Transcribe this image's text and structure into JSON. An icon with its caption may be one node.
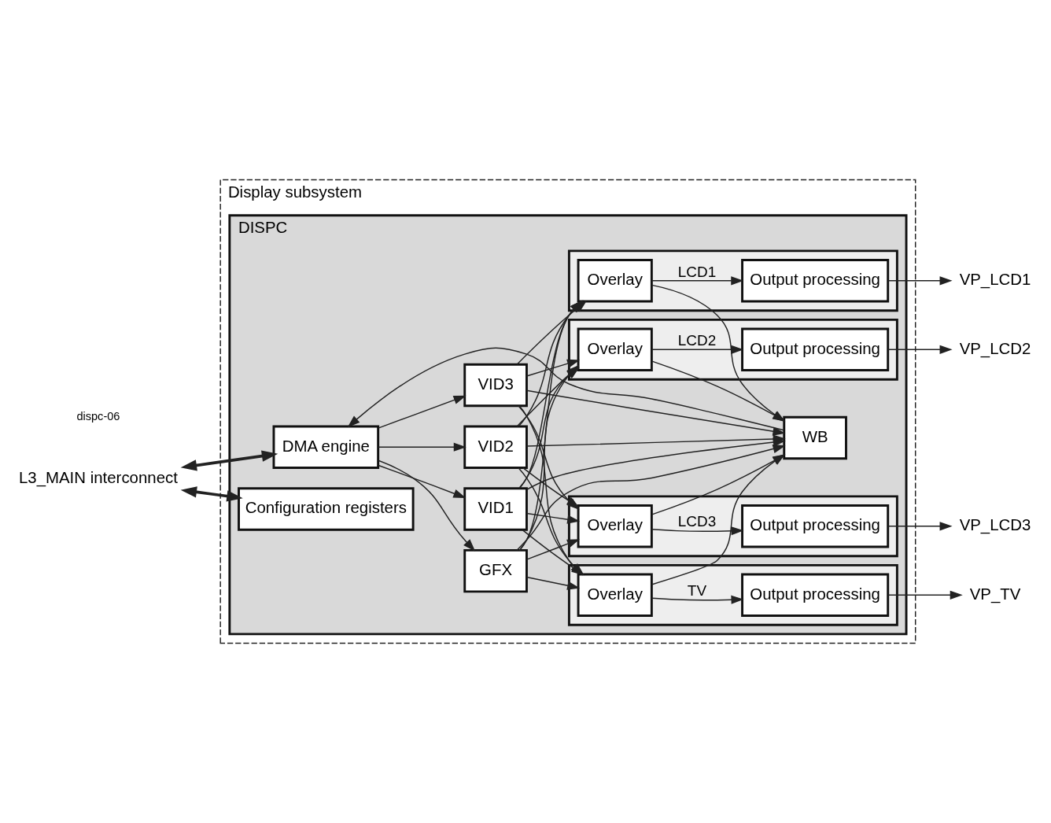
{
  "diagram": {
    "nodes": [
      {
        "text": [
          "Display subsystem"
        ]
      },
      {
        "text": [
          "DISPC"
        ],
        "in": 0
      },
      {
        "text": [
          "DMA engine"
        ],
        "in": 1
      },
      {
        "text": [
          "VID1"
        ],
        "in": 1
      },
      {
        "text": [
          "VID2"
        ],
        "in": 1
      },
      {
        "text": [
          "VID3"
        ],
        "in": 1
      },
      {
        "text": [
          "GFX"
        ],
        "in": 1
      },
      {
        "text": [
          "WB"
        ],
        "in": 1
      },
      {
        "text": [
          "Configuration registers"
        ],
        "in": 1
      },
      {
        "text": [],
        "shape": "box",
        "in": 1
      },
      {
        "text": [
          "Overlay"
        ],
        "in": 9
      },
      {
        "text": [
          "Output processing"
        ],
        "in": 9
      },
      {
        "text": [],
        "shape": "box",
        "in": 1
      },
      {
        "text": [
          "Overlay"
        ],
        "in": 12
      },
      {
        "text": [
          "Output processing"
        ],
        "in": 12
      },
      {
        "text": [],
        "shape": "box",
        "in": 1
      },
      {
        "text": [
          "Overlay"
        ],
        "in": 15
      },
      {
        "text": [
          "Output processing"
        ],
        "in": 15
      },
      {
        "text": [],
        "shape": "box",
        "in": 1
      },
      {
        "text": [
          "Overlay"
        ],
        "in": 18
      },
      {
        "text": [
          "Output processing"
        ],
        "in": 18
      },
      {
        "text": [
          "L3_MAIN interconnect"
        ]
      },
      {
        "text": [
          "VP_LCD1"
        ]
      },
      {
        "text": [
          "VP_LCD2"
        ]
      },
      {
        "text": [
          "VP_LCD3"
        ]
      },
      {
        "text": [
          "VP_TV"
        ]
      }
    ],
    "edges": [
      {
        "from": 21,
        "to": 2,
        "arrow": "both",
        "style": "thick"
      },
      {
        "from": 21,
        "to": 8,
        "arrow": "both",
        "style": "thick"
      },
      {
        "from": 2,
        "to": 3,
        "arrow": "to"
      },
      {
        "from": 2,
        "to": 4,
        "arrow": "to"
      },
      {
        "from": 2,
        "to": 5,
        "arrow": "to"
      },
      {
        "from": 2,
        "to": 6,
        "arrow": "to"
      },
      {
        "from": 7,
        "to": 2,
        "arrow": "to"
      },
      {
        "from": 3,
        "to": 10,
        "arrow": "to"
      },
      {
        "from": 4,
        "to": 10,
        "arrow": "to"
      },
      {
        "from": 5,
        "to": 10,
        "arrow": "to"
      },
      {
        "from": 6,
        "to": 10,
        "arrow": "to"
      },
      {
        "from": 3,
        "to": 13,
        "arrow": "to"
      },
      {
        "from": 4,
        "to": 13,
        "arrow": "to"
      },
      {
        "from": 5,
        "to": 13,
        "arrow": "to"
      },
      {
        "from": 6,
        "to": 13,
        "arrow": "to"
      },
      {
        "from": 3,
        "to": 16,
        "arrow": "to"
      },
      {
        "from": 4,
        "to": 16,
        "arrow": "to"
      },
      {
        "from": 5,
        "to": 16,
        "arrow": "to"
      },
      {
        "from": 6,
        "to": 16,
        "arrow": "to"
      },
      {
        "from": 3,
        "to": 19,
        "arrow": "to"
      },
      {
        "from": 4,
        "to": 19,
        "arrow": "to"
      },
      {
        "from": 5,
        "to": 19,
        "arrow": "to"
      },
      {
        "from": 6,
        "to": 19,
        "arrow": "to"
      },
      {
        "from": 3,
        "to": 7,
        "arrow": "to"
      },
      {
        "from": 4,
        "to": 7,
        "arrow": "to"
      },
      {
        "from": 5,
        "to": 7,
        "arrow": "to"
      },
      {
        "from": 6,
        "to": 7,
        "arrow": "to"
      },
      {
        "from": 10,
        "to": 11,
        "arrow": "to",
        "label": "LCD1"
      },
      {
        "from": 13,
        "to": 14,
        "arrow": "to",
        "label": "LCD2"
      },
      {
        "from": 16,
        "to": 17,
        "arrow": "to",
        "label": "LCD3"
      },
      {
        "from": 19,
        "to": 20,
        "arrow": "to",
        "label": "TV"
      },
      {
        "from": 10,
        "to": 7,
        "arrow": "to"
      },
      {
        "from": 13,
        "to": 7,
        "arrow": "to"
      },
      {
        "from": 16,
        "to": 7,
        "arrow": "to"
      },
      {
        "from": 19,
        "to": 7,
        "arrow": "to"
      },
      {
        "from": 11,
        "to": 22,
        "arrow": "to"
      },
      {
        "from": 14,
        "to": 23,
        "arrow": "to"
      },
      {
        "from": 17,
        "to": 24,
        "arrow": "to"
      },
      {
        "from": 20,
        "to": 25,
        "arrow": "to"
      }
    ],
    "labels": [
      "dispc-06"
    ]
  }
}
